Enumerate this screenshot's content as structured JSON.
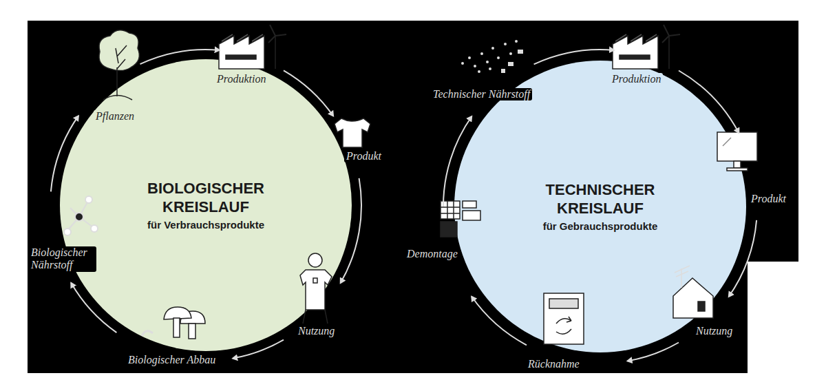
{
  "diagram": {
    "nodes": [
      {
        "text": [
          "BIOLOGISCHER KREISLAUF",
          "für Verbrauchsprodukte"
        ]
      },
      {
        "text": [
          "TECHNISCHER KREISLAUF",
          "für Gebrauchsprodukte"
        ]
      }
    ],
    "labels": [
      "Produktion",
      "Produkt",
      "Nutzung",
      "Biologischer Abbau",
      "Biologischer Nährstoff",
      "Pflanzen",
      "Technischer Nährstoff",
      "Produktion",
      "Produkt",
      "Nutzung",
      "Rücknahme",
      "Demontage"
    ]
  }
}
